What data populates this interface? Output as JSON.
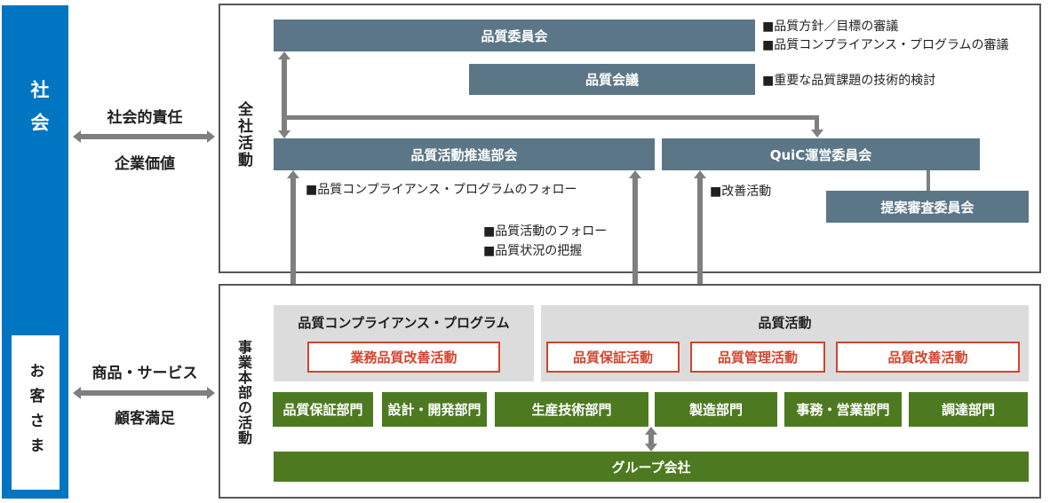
{
  "left_panel": {
    "society": "社会",
    "customer": "お客さま",
    "social_responsibility": "社会的責任",
    "corporate_value": "企業価値",
    "products_services": "商品・サービス",
    "customer_satisfaction": "顧客満足"
  },
  "company_wide": {
    "section_label": "全社活動",
    "quality_committee": "品質委員会",
    "quality_committee_notes": [
      "■品質方針／目標の審議",
      "■品質コンプライアンス・プログラムの審議"
    ],
    "quality_meeting": "品質会議",
    "quality_meeting_note": "■重要な品質課題の技術的検討",
    "promotion_subcommittee": "品質活動推進部会",
    "promotion_subcommittee_note": "■品質コンプライアンス・プログラムのフォロー",
    "quic_committee": "QuiC運営委員会",
    "quic_note": "■改善活動",
    "follow_notes": [
      "■品質活動のフォロー",
      "■品質状況の把握"
    ],
    "proposal_committee": "提案審査委員会"
  },
  "division": {
    "section_label": "事業本部の活動",
    "compliance_program_title": "品質コンプライアンス・プログラム",
    "compliance_activity": "業務品質改善活動",
    "quality_activity_title": "品質活動",
    "quality_activities": [
      "品質保証活動",
      "品質管理活動",
      "品質改善活動"
    ],
    "departments": [
      "品質保証部門",
      "設計・開発部門",
      "生産技術部門",
      "製造部門",
      "事務・営業部門",
      "調達部門"
    ],
    "group_company": "グループ会社"
  },
  "colors": {
    "blue": "#0075c1",
    "slate": "#5b7687",
    "green": "#4d7a20",
    "gray_panel": "#dcdcdd",
    "red": "#d2442d",
    "arrow_gray": "#7f7f7f",
    "border_gray": "#595757"
  }
}
